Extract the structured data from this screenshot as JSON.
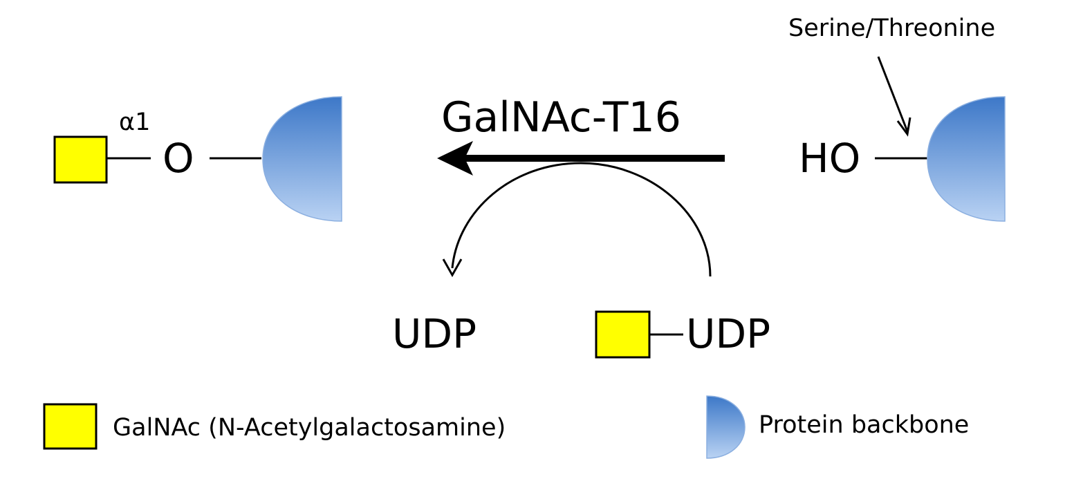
{
  "colors": {
    "galnac_fill": "#FFFF00",
    "outline": "#000000",
    "protein_top": "#3D78C8",
    "protein_bottom": "#B9D2F3",
    "background": "#FFFFFF"
  },
  "icons": {
    "galnac": "yellow-square",
    "protein": "blue-half-circle"
  },
  "product": {
    "linkage": "α1",
    "oxygen": "O"
  },
  "enzyme": {
    "name": "GalNAc-T16"
  },
  "substrate": {
    "hydroxyl": "HO",
    "residue_label": "Serine/Threonine"
  },
  "cofactor": {
    "released": "UDP",
    "donor": "UDP"
  },
  "legend": {
    "galnac_label": "GalNAc (N-Acetylgalactosamine)",
    "protein_label": "Protein backbone"
  }
}
